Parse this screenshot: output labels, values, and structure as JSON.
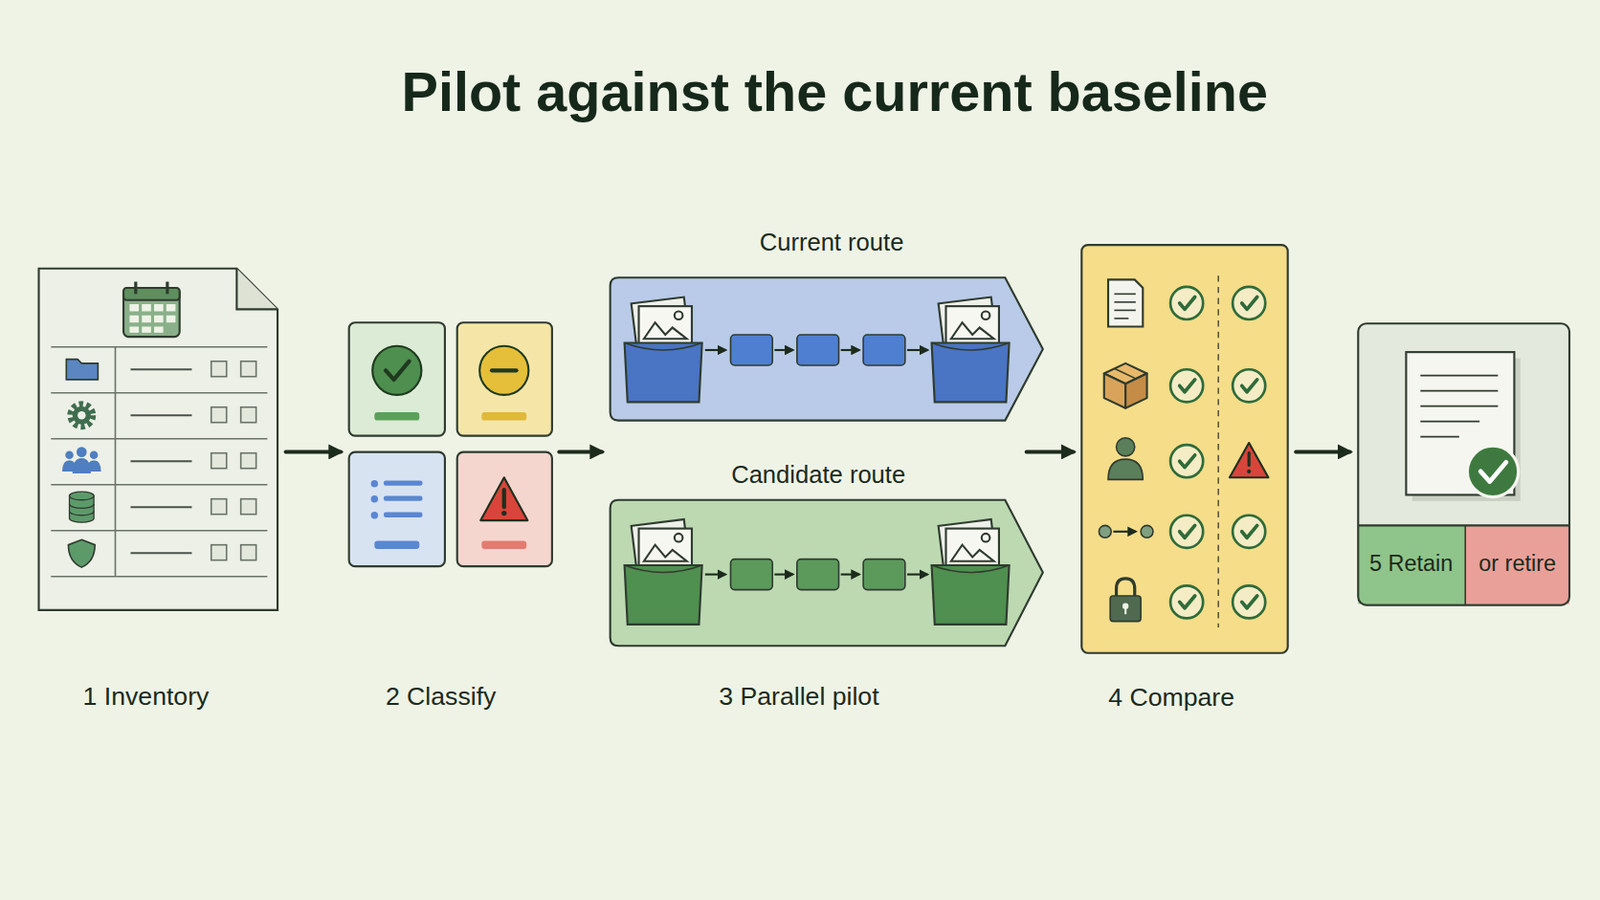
{
  "diagram": {
    "title": "Pilot against the current baseline",
    "nodes": [
      {
        "text": [
          "1 Inventory"
        ]
      },
      {
        "text": [
          "2 Classify"
        ]
      },
      {
        "text": [
          "3 Parallel pilot"
        ]
      },
      {
        "text": [
          "Current route"
        ],
        "in": 2
      },
      {
        "text": [
          "Candidate route"
        ],
        "in": 2
      },
      {
        "text": [
          "4 Compare"
        ]
      },
      {
        "text": [
          "5 Retain",
          "or retire"
        ]
      }
    ],
    "edges": [
      {
        "from": 0,
        "to": 1,
        "arrow": "to"
      },
      {
        "from": 1,
        "to": 2,
        "arrow": "to"
      },
      {
        "from": 2,
        "to": 5,
        "arrow": "to"
      },
      {
        "from": 5,
        "to": 6,
        "arrow": "to"
      }
    ]
  }
}
